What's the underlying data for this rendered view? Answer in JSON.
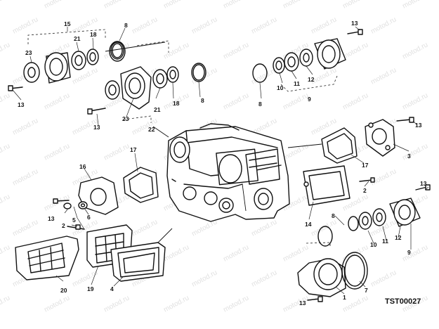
{
  "drawing_code": "TST00027",
  "watermark": "motod.ru",
  "part_numbers": [
    "1",
    "2",
    "3",
    "4",
    "5",
    "6",
    "7",
    "8",
    "9",
    "10",
    "11",
    "12",
    "13",
    "14",
    "15",
    "16",
    "17",
    "18",
    "19",
    "20",
    "21",
    "22",
    "23"
  ]
}
